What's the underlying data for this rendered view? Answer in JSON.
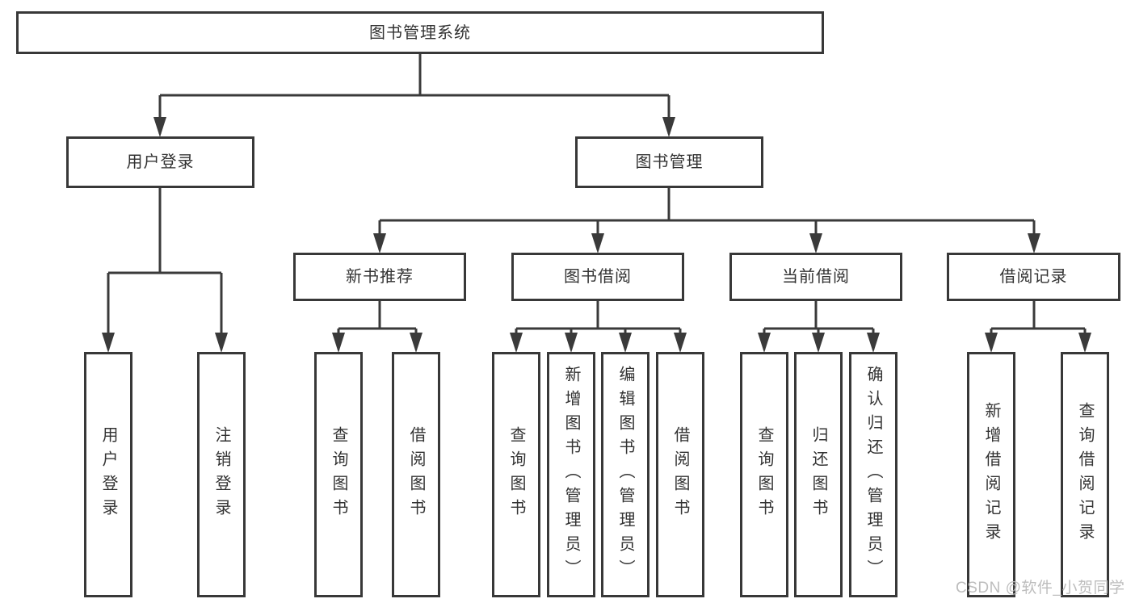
{
  "nodes": {
    "root": "图书管理系统",
    "l2": [
      "用户登录",
      "图书管理"
    ],
    "l3": [
      "新书推荐",
      "图书借阅",
      "当前借阅",
      "借阅记录"
    ],
    "leafGroups": [
      [
        "用户登录",
        "注销登录"
      ],
      [
        "查询图书",
        "借阅图书"
      ],
      [
        "查询图书",
        "新增图书（管理员）",
        "编辑图书（管理员）",
        "借阅图书"
      ],
      [
        "查询图书",
        "归还图书",
        "确认归还（管理员）"
      ],
      [
        "新增借阅记录",
        "查询借阅记录"
      ]
    ]
  },
  "watermark": "CSDN @软件_小贺同学",
  "colors": {
    "line": "#3a3a3a",
    "text": "#333333",
    "border": "#383838",
    "watermark": "#bdbdbd",
    "bg": "#ffffff"
  }
}
